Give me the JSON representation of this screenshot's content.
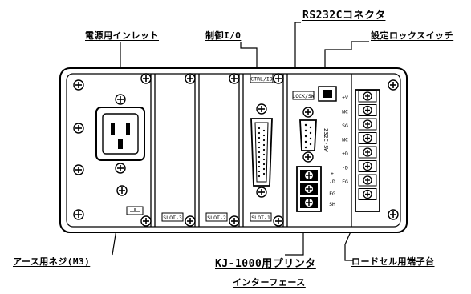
{
  "callouts": {
    "power_inlet": "電源用インレット",
    "control_io": "制御I/O",
    "rs232c_connector": "RS232Cコネクタ",
    "lock_switch": "設定ロックスイッチ",
    "ground_screw": "アース用ネジ(M3)",
    "printer_if_line1": "KJ-1000用プリンタ",
    "printer_if_line2": "インターフェース",
    "loadcell_terminal": "ロードセル用端子台"
  },
  "panel_labels": {
    "slot3": "SLOT-3",
    "slot2": "SLOT-2",
    "slot1": "SLOT-1",
    "ctrl_io_tag": "CTRL/IO",
    "lock_tag": "LOCK/SW",
    "rs232c_tag": "232C-SW"
  },
  "printer_terminal_labels": [
    "+",
    "-D",
    "FG",
    "SH"
  ],
  "loadcell_terminal_labels": [
    "+V",
    "NC",
    "SG",
    "NC",
    "+D",
    "-D",
    "FG"
  ],
  "colors": {
    "line": "#000000",
    "fill": "#ffffff",
    "dark": "#222222"
  }
}
